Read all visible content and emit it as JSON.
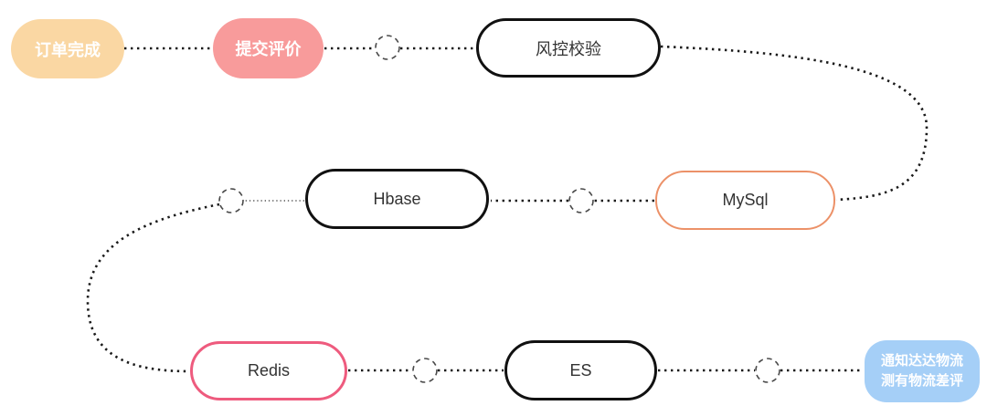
{
  "diagram": {
    "description": "Dotted flow diagram of an order review pipeline",
    "background_color": "#ffffff",
    "connector_style": {
      "type": "dotted",
      "color": "#1a1a1a"
    },
    "junction_circle_count": 5,
    "palette": {
      "order_fill": "#FAD7A3",
      "submit_fill": "#F89B9B",
      "notify_fill": "#A5CFF7",
      "mysql_stroke": "#EC9168",
      "redis_stroke": "#EE5B7E",
      "outline_stroke": "#111111",
      "filled_text": "#ffffff",
      "outlined_text": "#333333"
    },
    "nodes": [
      {
        "id": "order-complete",
        "label": "订单完成",
        "style": "filled",
        "fill": "#FAD7A3"
      },
      {
        "id": "submit-review",
        "label": "提交评价",
        "style": "filled",
        "fill": "#F89B9B"
      },
      {
        "id": "risk-check",
        "label": "风控校验",
        "style": "outlined",
        "stroke": "#111111"
      },
      {
        "id": "hbase",
        "label": "Hbase",
        "style": "outlined",
        "stroke": "#111111"
      },
      {
        "id": "mysql",
        "label": "MySql",
        "style": "outlined",
        "stroke": "#EC9168"
      },
      {
        "id": "redis",
        "label": "Redis",
        "style": "outlined",
        "stroke": "#EE5B7E"
      },
      {
        "id": "es",
        "label": "ES",
        "style": "outlined",
        "stroke": "#111111"
      },
      {
        "id": "notify-logistics",
        "label_line1": "通知达达物流",
        "label_line2": "测有物流差评",
        "style": "filled",
        "fill": "#A5CFF7"
      }
    ],
    "flow_order": [
      "订单完成",
      "提交评价",
      "风控校验",
      "MySql",
      "Hbase",
      "Redis",
      "ES",
      "通知达达物流 测有物流差评"
    ]
  }
}
